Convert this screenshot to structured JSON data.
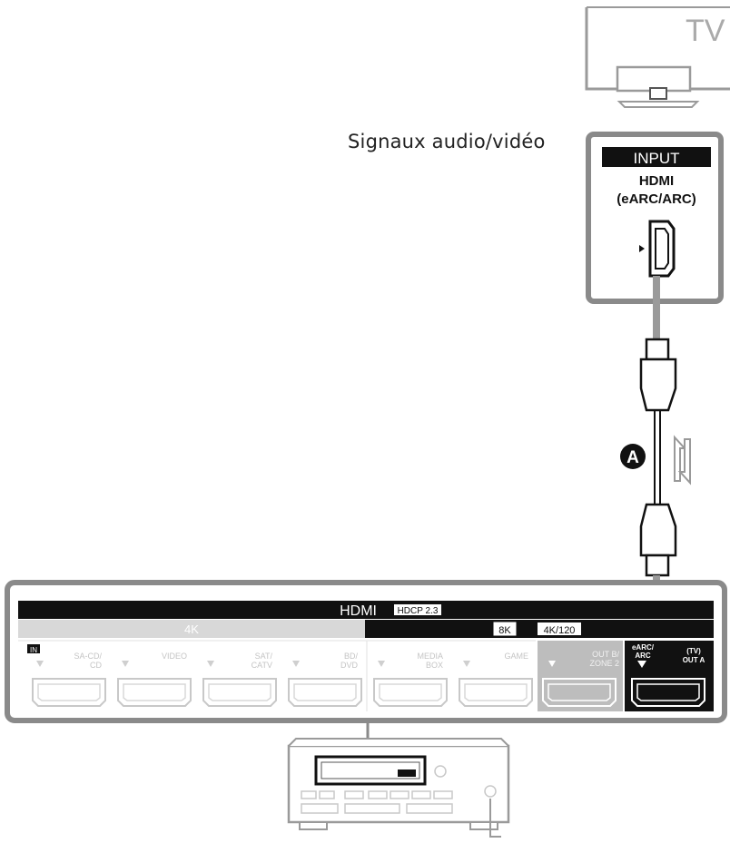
{
  "tv": {
    "label": "TV"
  },
  "caption": "Signaux audio/vidéo",
  "tv_input": {
    "header": "INPUT",
    "port_line1": "HDMI",
    "port_line2": "(eARC/ARC)"
  },
  "cable": {
    "marker": "A"
  },
  "receiver_panel": {
    "title": "HDMI",
    "hdcp_badge": "HDCP 2.3",
    "band_4k": "4K",
    "band_8k": "8K",
    "band_4k120": "4K/120",
    "in_label": "IN",
    "inputs": [
      {
        "label_lines": [
          "SA-CD/",
          "CD"
        ]
      },
      {
        "label_lines": [
          "VIDEO"
        ]
      },
      {
        "label_lines": [
          "SAT/",
          "CATV"
        ]
      },
      {
        "label_lines": [
          "BD/",
          "DVD"
        ]
      },
      {
        "label_lines": [
          "MEDIA",
          "BOX"
        ]
      },
      {
        "label_lines": [
          "GAME"
        ]
      }
    ],
    "out_b_lines": [
      "OUT B/",
      "ZONE 2"
    ],
    "out_a_lines": [
      "eARC/",
      "ARC",
      "(TV)",
      "OUT A"
    ]
  },
  "colors": {
    "line": "#8a8a8a",
    "panel_black": "#111111",
    "band_gray": "#d8d8d8",
    "highlight_gray": "#bdbdbd"
  }
}
